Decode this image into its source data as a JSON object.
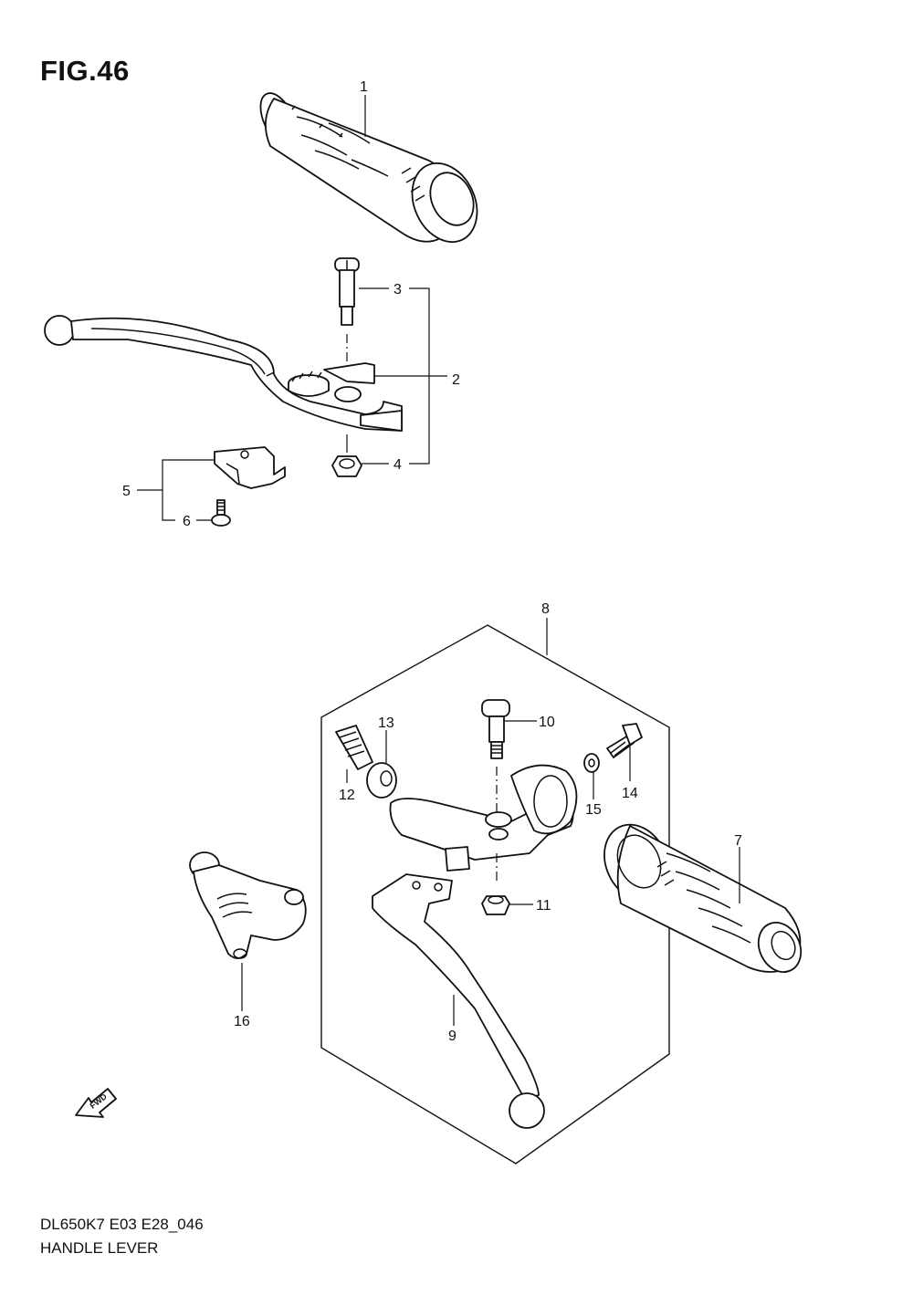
{
  "figure": {
    "title": "FIG.46",
    "model_code": "DL650K7 E03 E28_046",
    "section_name": "HANDLE LEVER",
    "fwd_label": "FWD"
  },
  "callouts": [
    "1",
    "2",
    "3",
    "4",
    "5",
    "6",
    "7",
    "8",
    "9",
    "10",
    "11",
    "12",
    "13",
    "14",
    "15",
    "16"
  ],
  "colors": {
    "line": "#111111",
    "background": "#ffffff"
  }
}
